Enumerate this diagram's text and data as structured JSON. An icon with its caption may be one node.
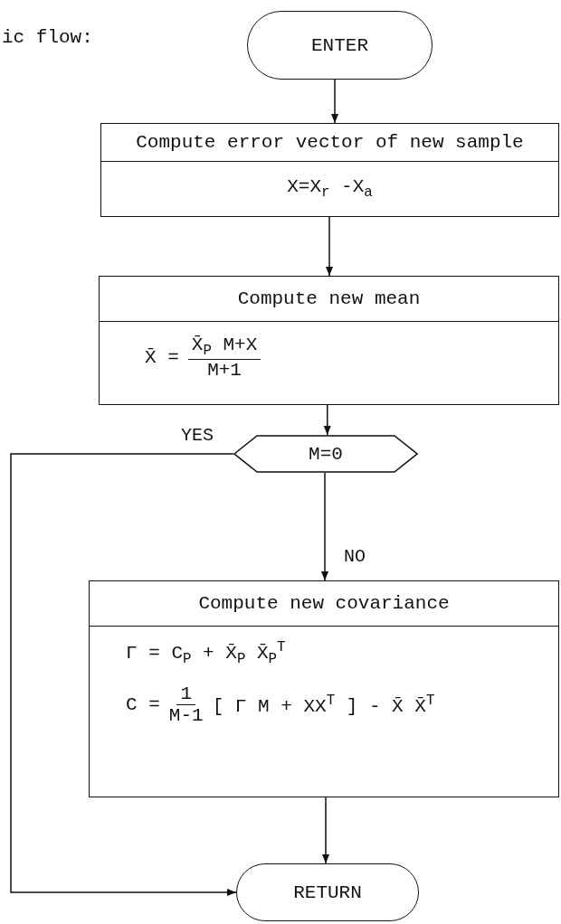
{
  "diagram": {
    "nodes": [
      {
        "text": [
          "ENTER"
        ]
      },
      {
        "text": [
          "Compute error vector of new sample",
          "X=X$_{r}$ -X$_{a}$"
        ]
      },
      {
        "text": [
          "Compute new mean",
          "X̄ =",
          "X̄$_{P}$ M+X",
          "M+1"
        ]
      },
      {
        "text": [
          "M=0"
        ]
      },
      {
        "text": [
          "Compute new covariance",
          "Γ = C$_{P}$ + X̄$_{P}$ X̄$_{P}$$^{T}$",
          "C =",
          "1",
          "M-1",
          "[ Γ M + XX$^{T}$ ] - X̄ X̄$^{T}$"
        ]
      },
      {
        "text": [
          "RETURN"
        ]
      }
    ],
    "edges": [
      {
        "from": 0,
        "to": 1,
        "arrow": "to"
      },
      {
        "from": 1,
        "to": 2,
        "arrow": "to"
      },
      {
        "from": 2,
        "to": 3,
        "arrow": "to"
      },
      {
        "from": 3,
        "to": 4,
        "arrow": "to",
        "label": "NO"
      },
      {
        "from": 3,
        "to": 5,
        "arrow": "to",
        "label": "YES"
      },
      {
        "from": 4,
        "to": 5,
        "arrow": "to"
      }
    ],
    "labels": [
      "ic flow:"
    ]
  }
}
